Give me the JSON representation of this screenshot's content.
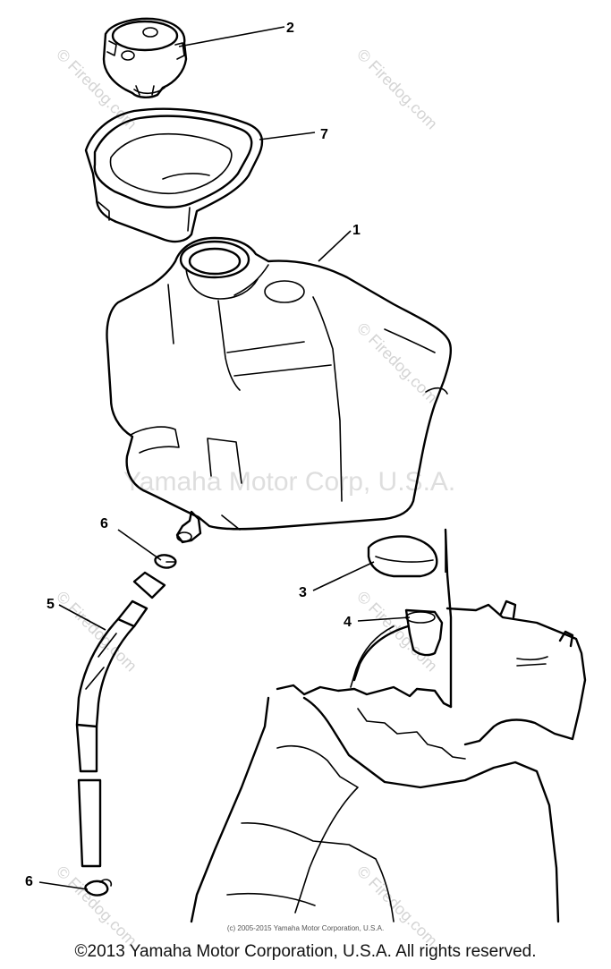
{
  "watermarks": {
    "site": "© Firedog.com",
    "owner": "Yamaha Motor Corp, U.S.A."
  },
  "callouts": {
    "c1": "1",
    "c2": "2",
    "c3": "3",
    "c4": "4",
    "c5": "5",
    "c6a": "6",
    "c6b": "6",
    "c7": "7"
  },
  "credit_small": "(c) 2005-2015 Yamaha Motor Corporation, U.S.A.",
  "copyright": "©2013 Yamaha Motor Corporation, U.S.A. All rights reserved.",
  "colors": {
    "ink": "#000000",
    "watermark": "#d4d4d4",
    "background": "#ffffff"
  }
}
